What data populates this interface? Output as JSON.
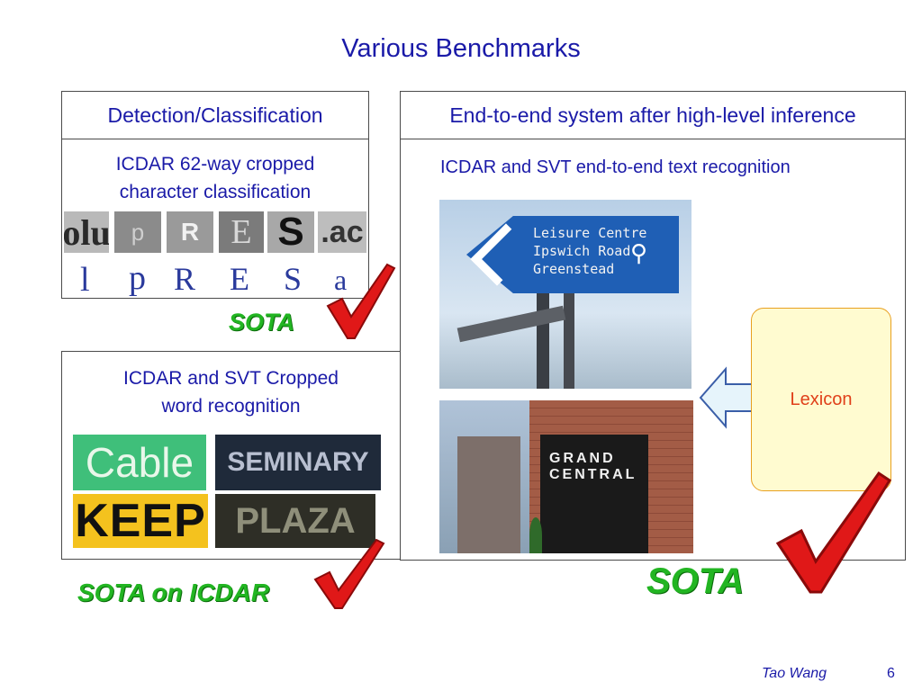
{
  "slide": {
    "title": "Various Benchmarks",
    "author": "Tao Wang",
    "page_number": "6"
  },
  "left_panel": {
    "header": "Detection/Classification",
    "char_task_line1": "ICDAR 62-way cropped",
    "char_task_line2": "character classification",
    "crop_texts": [
      "olu",
      "p",
      "R",
      "E",
      "S",
      ".ac"
    ],
    "char_labels": [
      "l",
      "p",
      "R",
      "E",
      "S",
      "a"
    ],
    "sota_label": "SOTA"
  },
  "word_panel": {
    "task_line1": "ICDAR and SVT Cropped",
    "task_line2": "word recognition",
    "words": [
      "Cable",
      "SEMINARY",
      "KEEP",
      "PLAZA"
    ],
    "sota_label": "SOTA on ICDAR"
  },
  "right_panel": {
    "header": "End-to-end system after high-level inference",
    "task": "ICDAR and SVT end-to-end text recognition",
    "sign_lines": [
      "Leisure Centre",
      "Ipswich Road",
      "Greenstead"
    ],
    "storefront_line1": "GRAND",
    "storefront_line2": "CENTRAL",
    "lexicon_label": "Lexicon",
    "sota_label": "SOTA"
  },
  "colors": {
    "title_blue": "#1a1aa8",
    "sota_green": "#22b522",
    "check_red": "#e01818",
    "lexicon_fill": "#fffbd0",
    "lexicon_border": "#e8a020",
    "lexicon_text": "#e0401a",
    "arrow_fill": "#e6f4fb",
    "arrow_stroke": "#3a5ea8"
  },
  "icons": [
    "checkmark-icon",
    "left-arrow-icon"
  ]
}
